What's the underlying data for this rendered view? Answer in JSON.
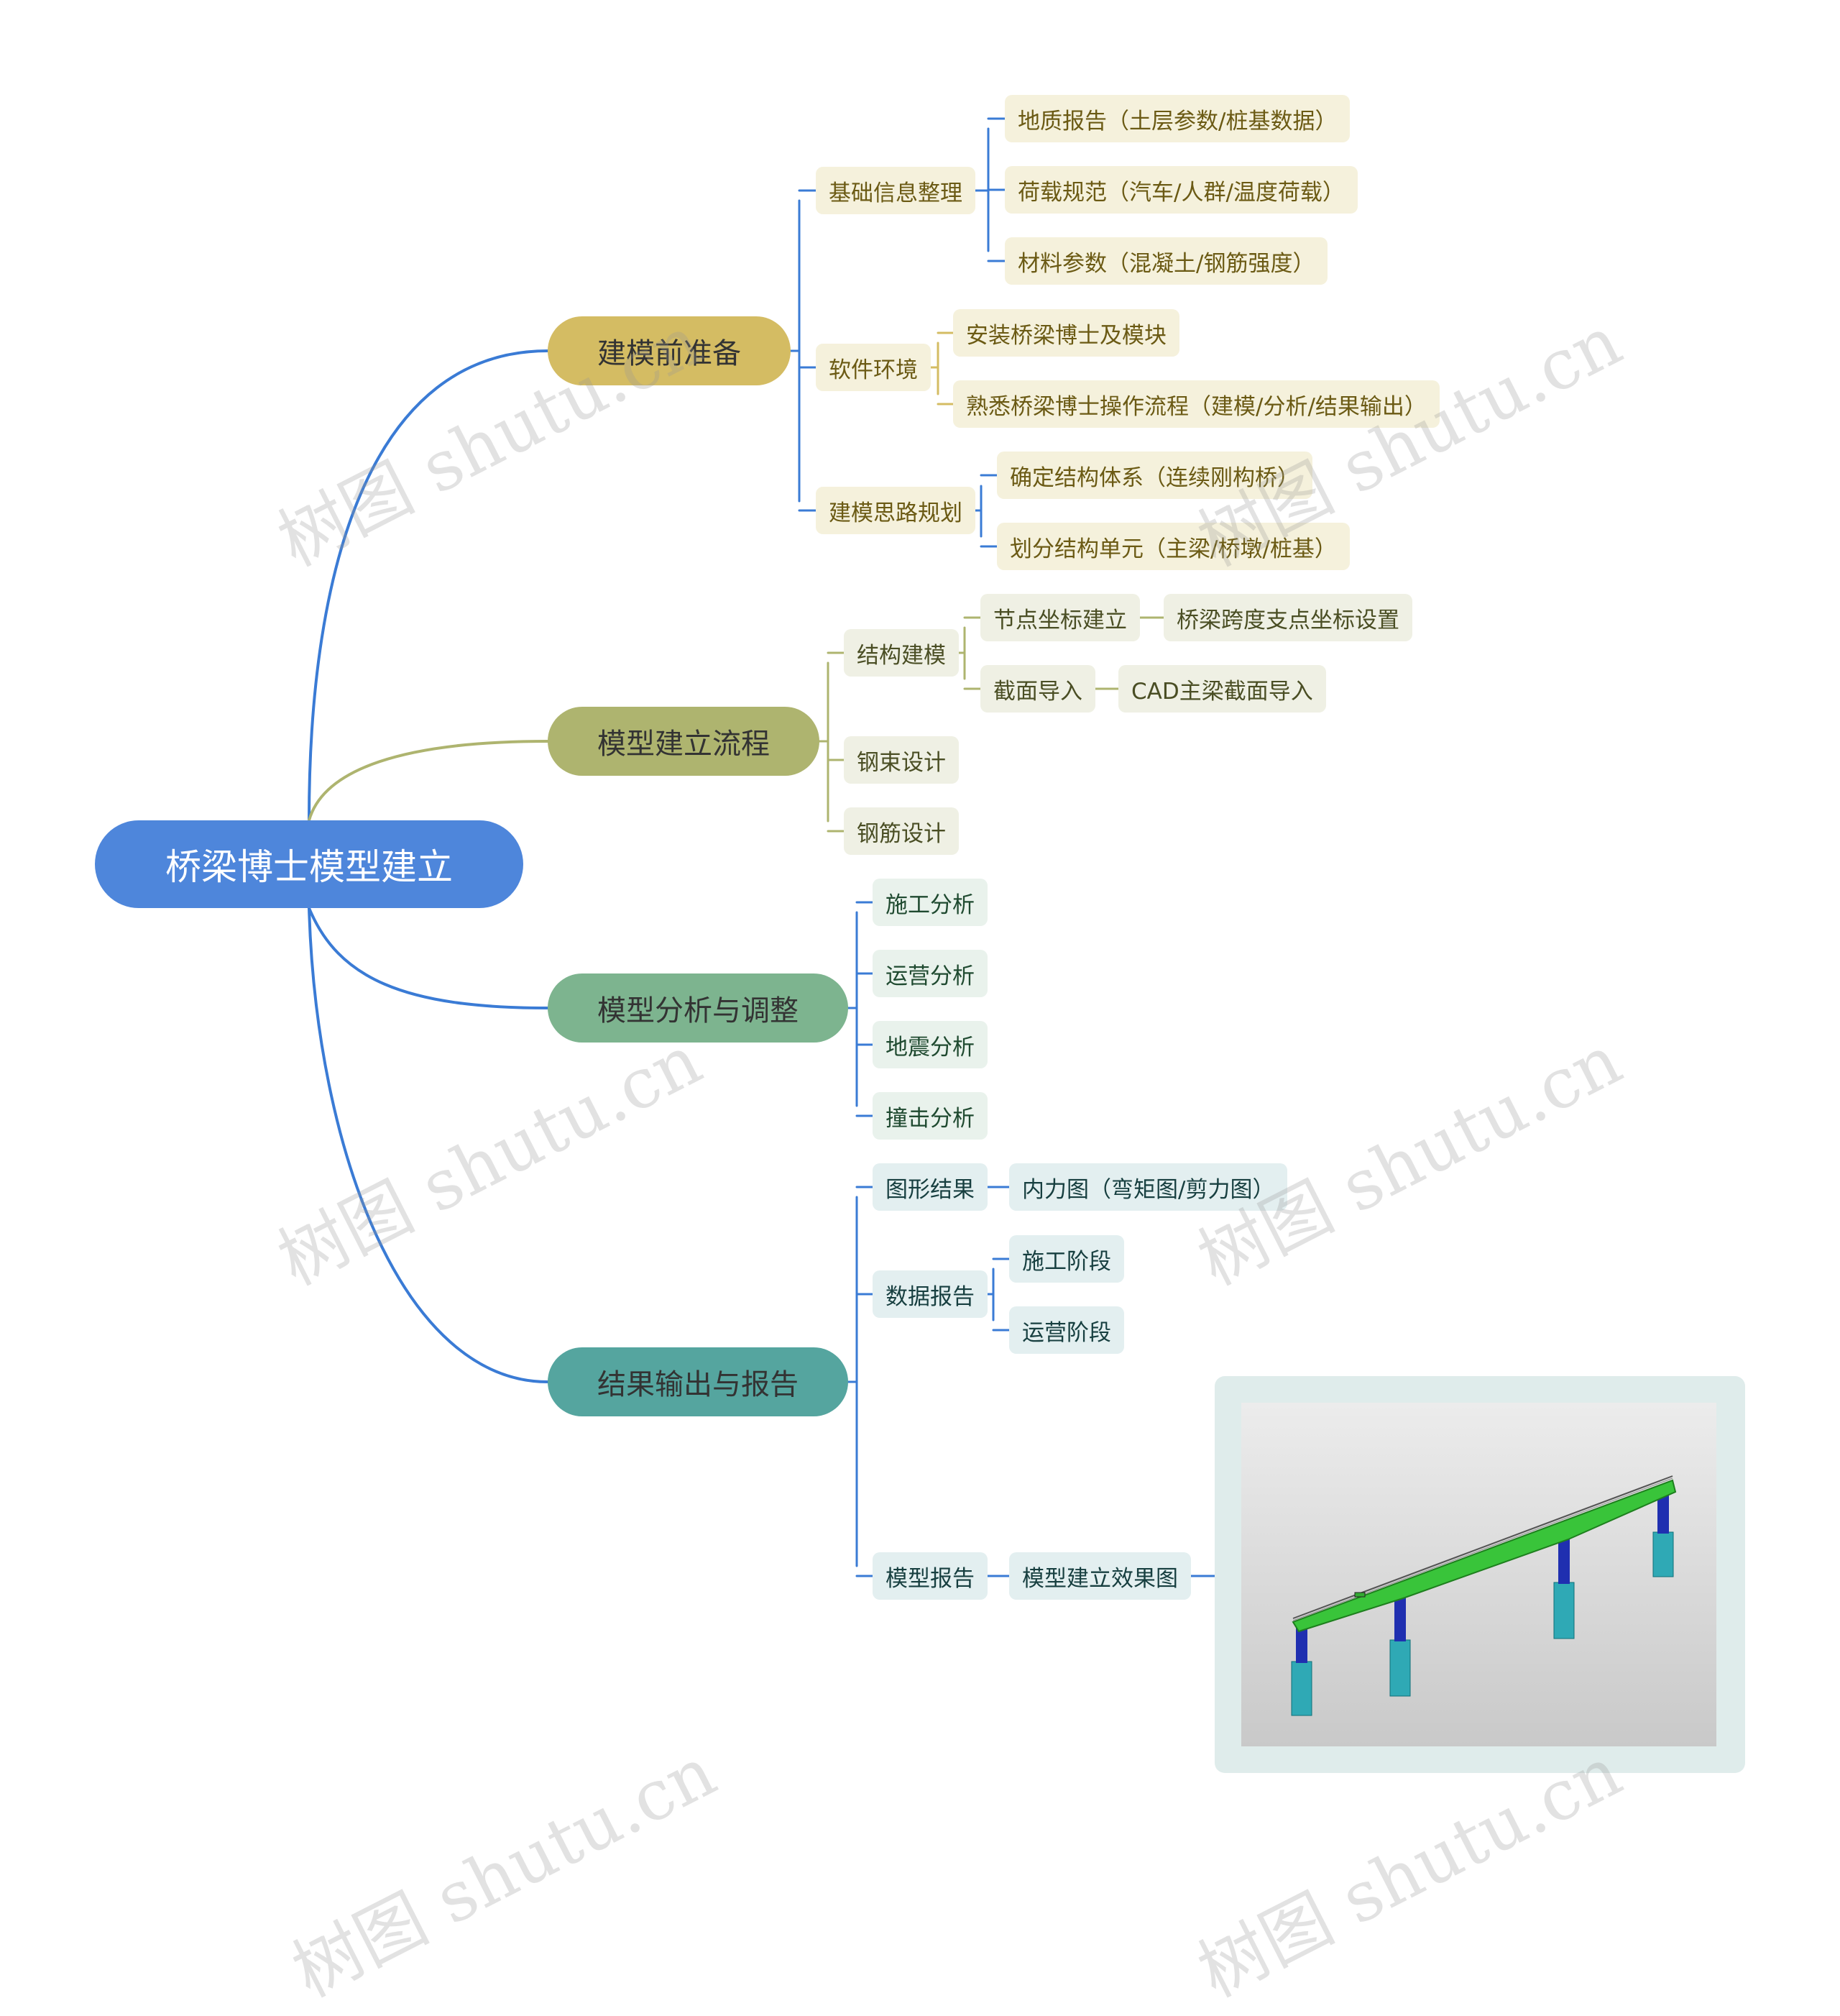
{
  "root": "桥梁博士模型建立",
  "branches": [
    {
      "label": "建模前准备",
      "groups": [
        {
          "label": "基础信息整理",
          "items": [
            "地质报告（土层参数/桩基数据）",
            "荷载规范（汽车/人群/温度荷载）",
            "材料参数（混凝土/钢筋强度）"
          ]
        },
        {
          "label": "软件环境",
          "items": [
            "安装桥梁博士及模块",
            "熟悉桥梁博士操作流程（建模/分析/结果输出）"
          ]
        },
        {
          "label": "建模思路规划",
          "items": [
            "确定结构体系（连续刚构桥）",
            "划分结构单元（主梁/桥墩/桩基）"
          ]
        }
      ]
    },
    {
      "label": "模型建立流程",
      "groups": [
        {
          "label": "结构建模",
          "items": [
            {
              "label": "节点坐标建立",
              "child": "桥梁跨度支点坐标设置"
            },
            {
              "label": "截面导入",
              "child": "CAD主梁截面导入"
            }
          ]
        },
        {
          "label": "钢束设计",
          "items": []
        },
        {
          "label": "钢筋设计",
          "items": []
        }
      ]
    },
    {
      "label": "模型分析与调整",
      "groups": [
        {
          "label": "施工分析",
          "items": []
        },
        {
          "label": "运营分析",
          "items": []
        },
        {
          "label": "地震分析",
          "items": []
        },
        {
          "label": "撞击分析",
          "items": []
        }
      ]
    },
    {
      "label": "结果输出与报告",
      "groups": [
        {
          "label": "图形结果",
          "items": [
            "内力图（弯矩图/剪力图）"
          ]
        },
        {
          "label": "数据报告",
          "items": [
            "施工阶段",
            "运营阶段"
          ]
        },
        {
          "label": "模型报告",
          "items": [
            "模型建立效果图"
          ]
        }
      ]
    }
  ],
  "watermark": "树图 shutu.cn",
  "colors": {
    "root": "#4e86db",
    "branch1": "#d4bc63",
    "branch2": "#aeb46f",
    "branch3": "#7db48f",
    "branch4": "#55a59f",
    "connector_blue": "#3a7bd5",
    "connector_olive": "#aeb46f",
    "connector_gold": "#d4bc63"
  }
}
